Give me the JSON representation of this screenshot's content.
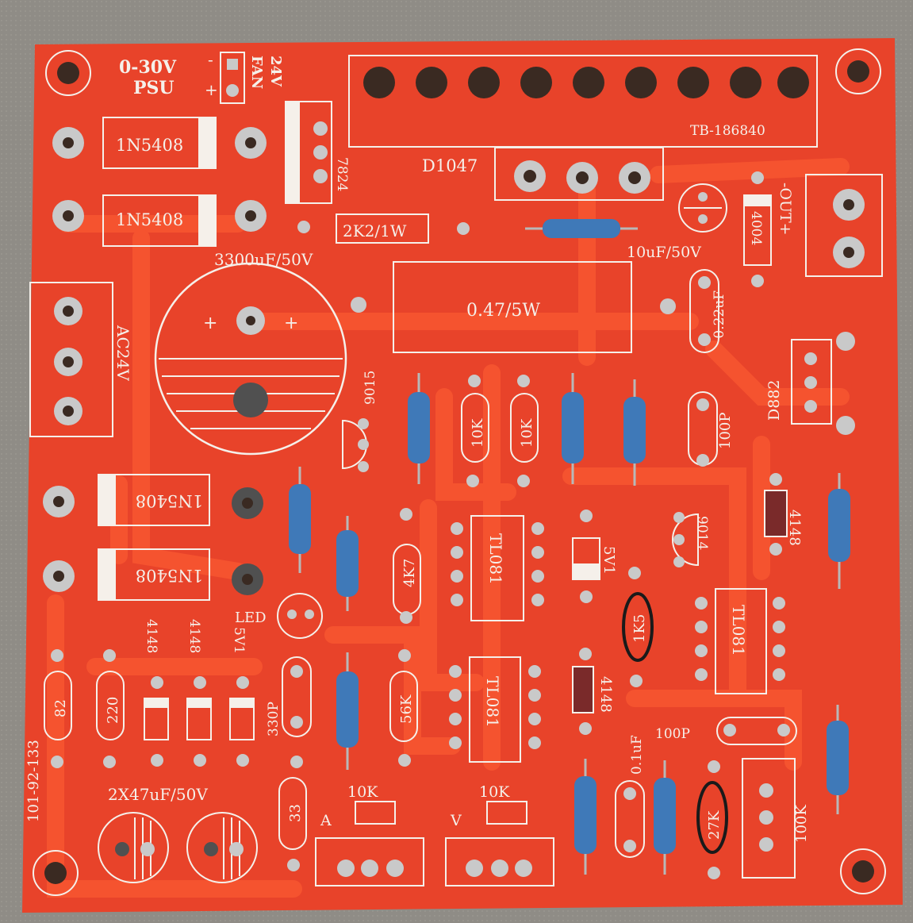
{
  "colors": {
    "background": "#8f8c86",
    "board": "#e8432a",
    "copper": "#f24a2c",
    "silkscreen": "#f5f0ea",
    "pad": "#c9c9c9",
    "resistor_body": "#3f79b8",
    "marker": "#1a1a1a"
  },
  "board": {
    "title_line1": "0-30V",
    "title_line2": "PSU",
    "fan_label": "FAN",
    "fan_voltage": "24V",
    "plus_sign": "+",
    "minus_sign": "-",
    "heatsink_code": "TB-186840",
    "part_code": "101-92-133"
  },
  "labels": {
    "diode_1": "1N5408",
    "diode_2": "1N5408",
    "diode_3": "1N5408",
    "diode_4": "1N5408",
    "reg_7824": "7824",
    "res_2k2": "2K2/1W",
    "cap_main": "3300uF/50V",
    "ac_in": "AC24V",
    "transistor_d1047": "D1047",
    "cap_10uf": "10uF/50V",
    "diode_4004": "4004",
    "out": "-OUT+",
    "res_047": "0.47/5W",
    "cap_022": "0.22uF",
    "transistor_d882": "D882",
    "transistor_9015": "9015",
    "res_10k_a": "10K",
    "res_10k_b": "10K",
    "cap_100p_a": "100P",
    "diode_4148_a": "4148",
    "res_4k7": "4K7",
    "ic_tl081_a": "TL081",
    "zener_5v1_a": "5V1",
    "transistor_9014": "9014",
    "res_1k5": "1K5",
    "ic_tl081_b": "TL081",
    "led": "LED",
    "res_82": "82",
    "res_220": "220",
    "diode_4148_b": "4148",
    "diode_4148_c": "4148",
    "zener_5v1_b": "5V1",
    "cap_330p": "330P",
    "res_56k": "56K",
    "ic_tl081_c": "TL081",
    "diode_4148_d": "4148",
    "cap_01uf": "0.1uF",
    "cap_100p_b": "100P",
    "caps_47uf": "2X47uF/50V",
    "res_33": "33",
    "pot_a_value": "10K",
    "pot_a_label": "A",
    "pot_v_value": "10K",
    "pot_v_label": "V",
    "res_27k": "27K",
    "pot_100k": "100K"
  }
}
